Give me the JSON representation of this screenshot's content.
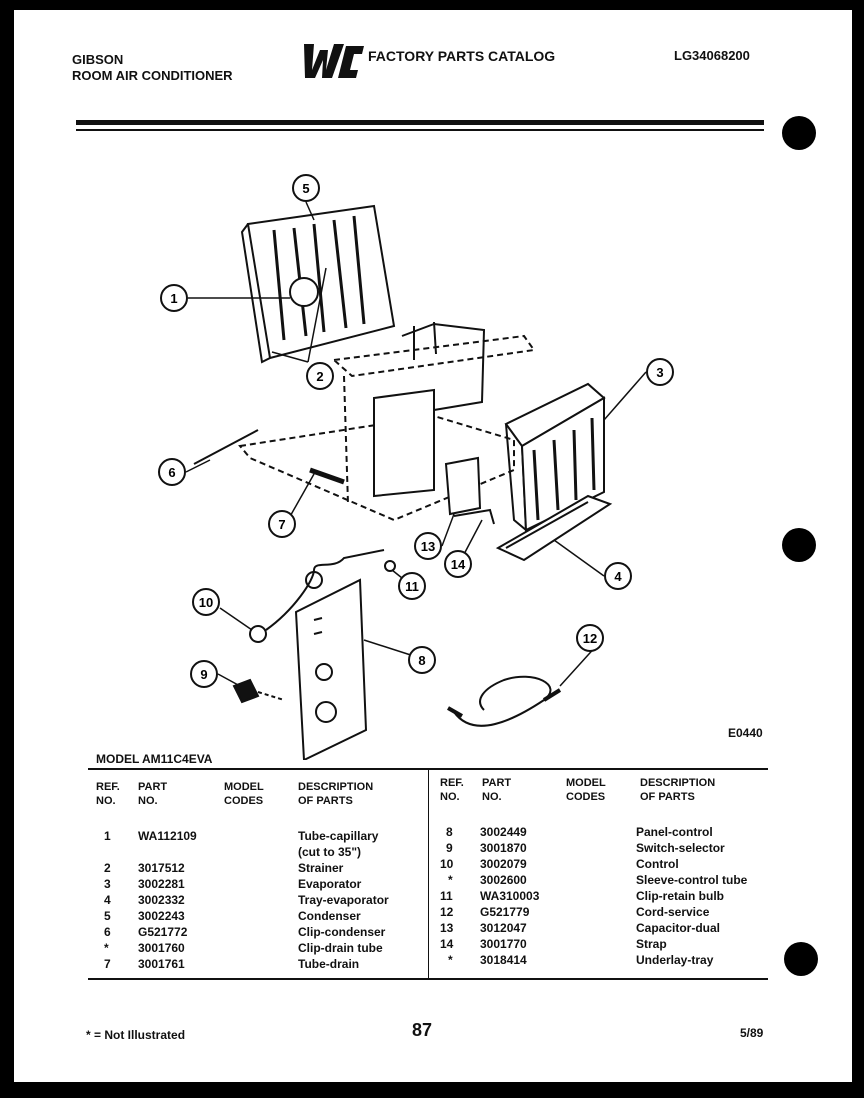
{
  "header": {
    "brand": "GIBSON",
    "product": "ROOM AIR CONDITIONER",
    "logo_text": "WCI",
    "catalog_title": "FACTORY PARTS CATALOG",
    "catalog_code": "LG34068200"
  },
  "diagram": {
    "code": "E0440",
    "callouts": [
      "1",
      "2",
      "3",
      "4",
      "5",
      "6",
      "7",
      "8",
      "9",
      "10",
      "11",
      "12",
      "13",
      "14"
    ]
  },
  "model_line": "MODEL AM11C4EVA",
  "table": {
    "headers": {
      "ref_no": "REF.\nNO.",
      "part_no": "PART\nNO.",
      "model_codes": "MODEL\nCODES",
      "description": "DESCRIPTION\nOF PARTS"
    },
    "left_rows": [
      {
        "ref": "1",
        "part": "WA112109",
        "desc": "Tube-capillary"
      },
      {
        "ref": "",
        "part": "",
        "desc": "(cut to 35\")"
      },
      {
        "ref": "2",
        "part": "3017512",
        "desc": "Strainer"
      },
      {
        "ref": "3",
        "part": "3002281",
        "desc": "Evaporator"
      },
      {
        "ref": "4",
        "part": "3002332",
        "desc": "Tray-evaporator"
      },
      {
        "ref": "5",
        "part": "3002243",
        "desc": "Condenser"
      },
      {
        "ref": "6",
        "part": "G521772",
        "desc": "Clip-condenser"
      },
      {
        "ref": "*",
        "part": "3001760",
        "desc": "Clip-drain tube"
      },
      {
        "ref": "7",
        "part": "3001761",
        "desc": "Tube-drain"
      }
    ],
    "right_rows": [
      {
        "ref": "8",
        "part": "3002449",
        "desc": "Panel-control"
      },
      {
        "ref": "9",
        "part": "3001870",
        "desc": "Switch-selector"
      },
      {
        "ref": "10",
        "part": "3002079",
        "desc": "Control"
      },
      {
        "ref": "*",
        "part": "3002600",
        "desc": "Sleeve-control tube"
      },
      {
        "ref": "11",
        "part": "WA310003",
        "desc": "Clip-retain bulb"
      },
      {
        "ref": "12",
        "part": "G521779",
        "desc": "Cord-service"
      },
      {
        "ref": "13",
        "part": "3012047",
        "desc": "Capacitor-dual"
      },
      {
        "ref": "14",
        "part": "3001770",
        "desc": "Strap"
      },
      {
        "ref": "*",
        "part": "3018414",
        "desc": "Underlay-tray"
      }
    ]
  },
  "footer": {
    "note": "* = Not Illustrated",
    "page": "87",
    "date": "5/89"
  }
}
